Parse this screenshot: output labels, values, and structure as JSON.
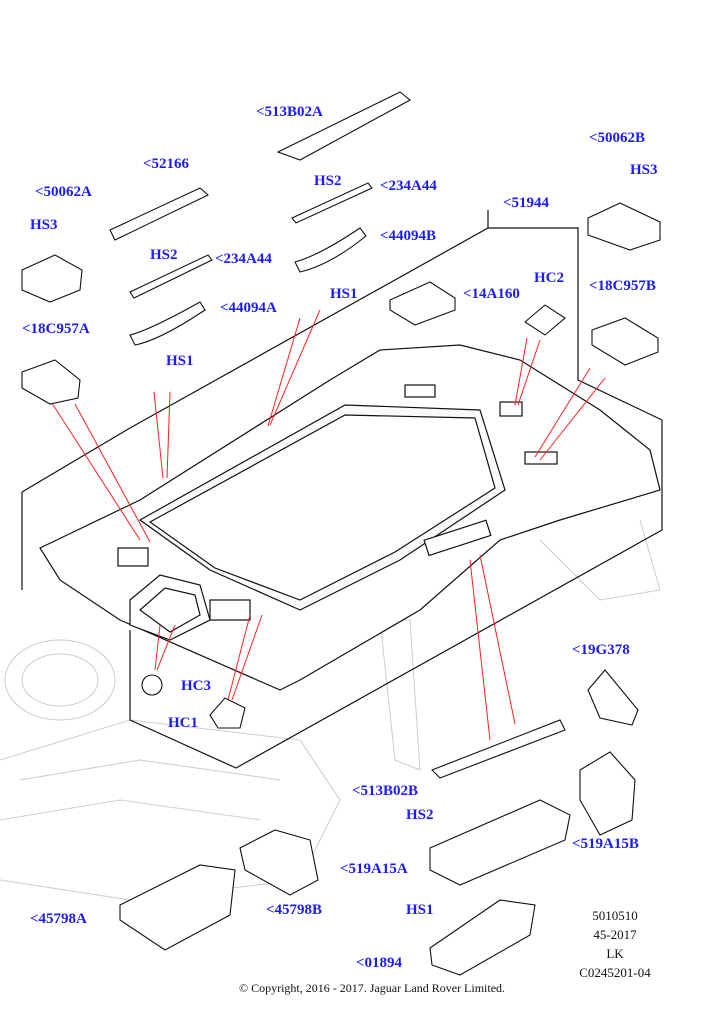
{
  "callouts": [
    {
      "id": "513B02A",
      "label": "<513B02A"
    },
    {
      "id": "52166",
      "label": "<52166"
    },
    {
      "id": "50062A",
      "label": "<50062A"
    },
    {
      "id": "HS3-left",
      "label": "HS3"
    },
    {
      "id": "HS2-left",
      "label": "HS2"
    },
    {
      "id": "234A44-left",
      "label": "<234A44"
    },
    {
      "id": "44094A",
      "label": "<44094A"
    },
    {
      "id": "HS1-left",
      "label": "HS1"
    },
    {
      "id": "18C957A",
      "label": "<18C957A"
    },
    {
      "id": "HS2-mid",
      "label": "HS2"
    },
    {
      "id": "234A44-mid",
      "label": "<234A44"
    },
    {
      "id": "44094B",
      "label": "<44094B"
    },
    {
      "id": "HS1-mid",
      "label": "HS1"
    },
    {
      "id": "50062B",
      "label": "<50062B"
    },
    {
      "id": "HS3-right",
      "label": "HS3"
    },
    {
      "id": "51944",
      "label": "<51944"
    },
    {
      "id": "HC2",
      "label": "HC2"
    },
    {
      "id": "14A160",
      "label": "<14A160"
    },
    {
      "id": "18C957B",
      "label": "<18C957B"
    },
    {
      "id": "19G378",
      "label": "<19G378"
    },
    {
      "id": "HC3",
      "label": "HC3"
    },
    {
      "id": "HC1",
      "label": "HC1"
    },
    {
      "id": "513B02B",
      "label": "<513B02B"
    },
    {
      "id": "HS2-bottom",
      "label": "HS2"
    },
    {
      "id": "519A15B",
      "label": "<519A15B"
    },
    {
      "id": "519A15A",
      "label": "<519A15A"
    },
    {
      "id": "45798A",
      "label": "<45798A"
    },
    {
      "id": "45798B",
      "label": "<45798B"
    },
    {
      "id": "HS1-bottom",
      "label": "HS1"
    },
    {
      "id": "01894",
      "label": "<01894"
    }
  ],
  "drawing_code": [
    "5010510",
    "45-2017",
    "LK",
    "C0245201-04"
  ],
  "copyright": "© Copyright, 2016 - 2017. Jaguar Land Rover Limited.",
  "colors": {
    "callout": "#1a1aff",
    "leader": "#ff2020",
    "line": "#111111",
    "ghost": "#c8c8c8"
  }
}
